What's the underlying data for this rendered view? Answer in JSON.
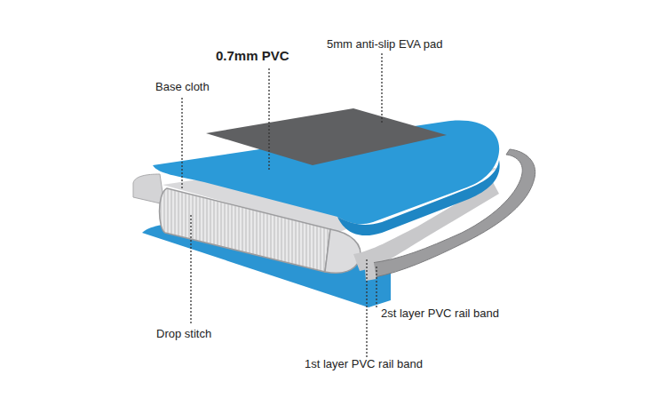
{
  "diagram": {
    "labels": [
      "0.7mm PVC",
      "5mm anti-slip EVA pad",
      "Base cloth",
      "Drop stitch",
      "2st layer PVC rail band",
      "1st layer PVC rail band"
    ]
  }
}
